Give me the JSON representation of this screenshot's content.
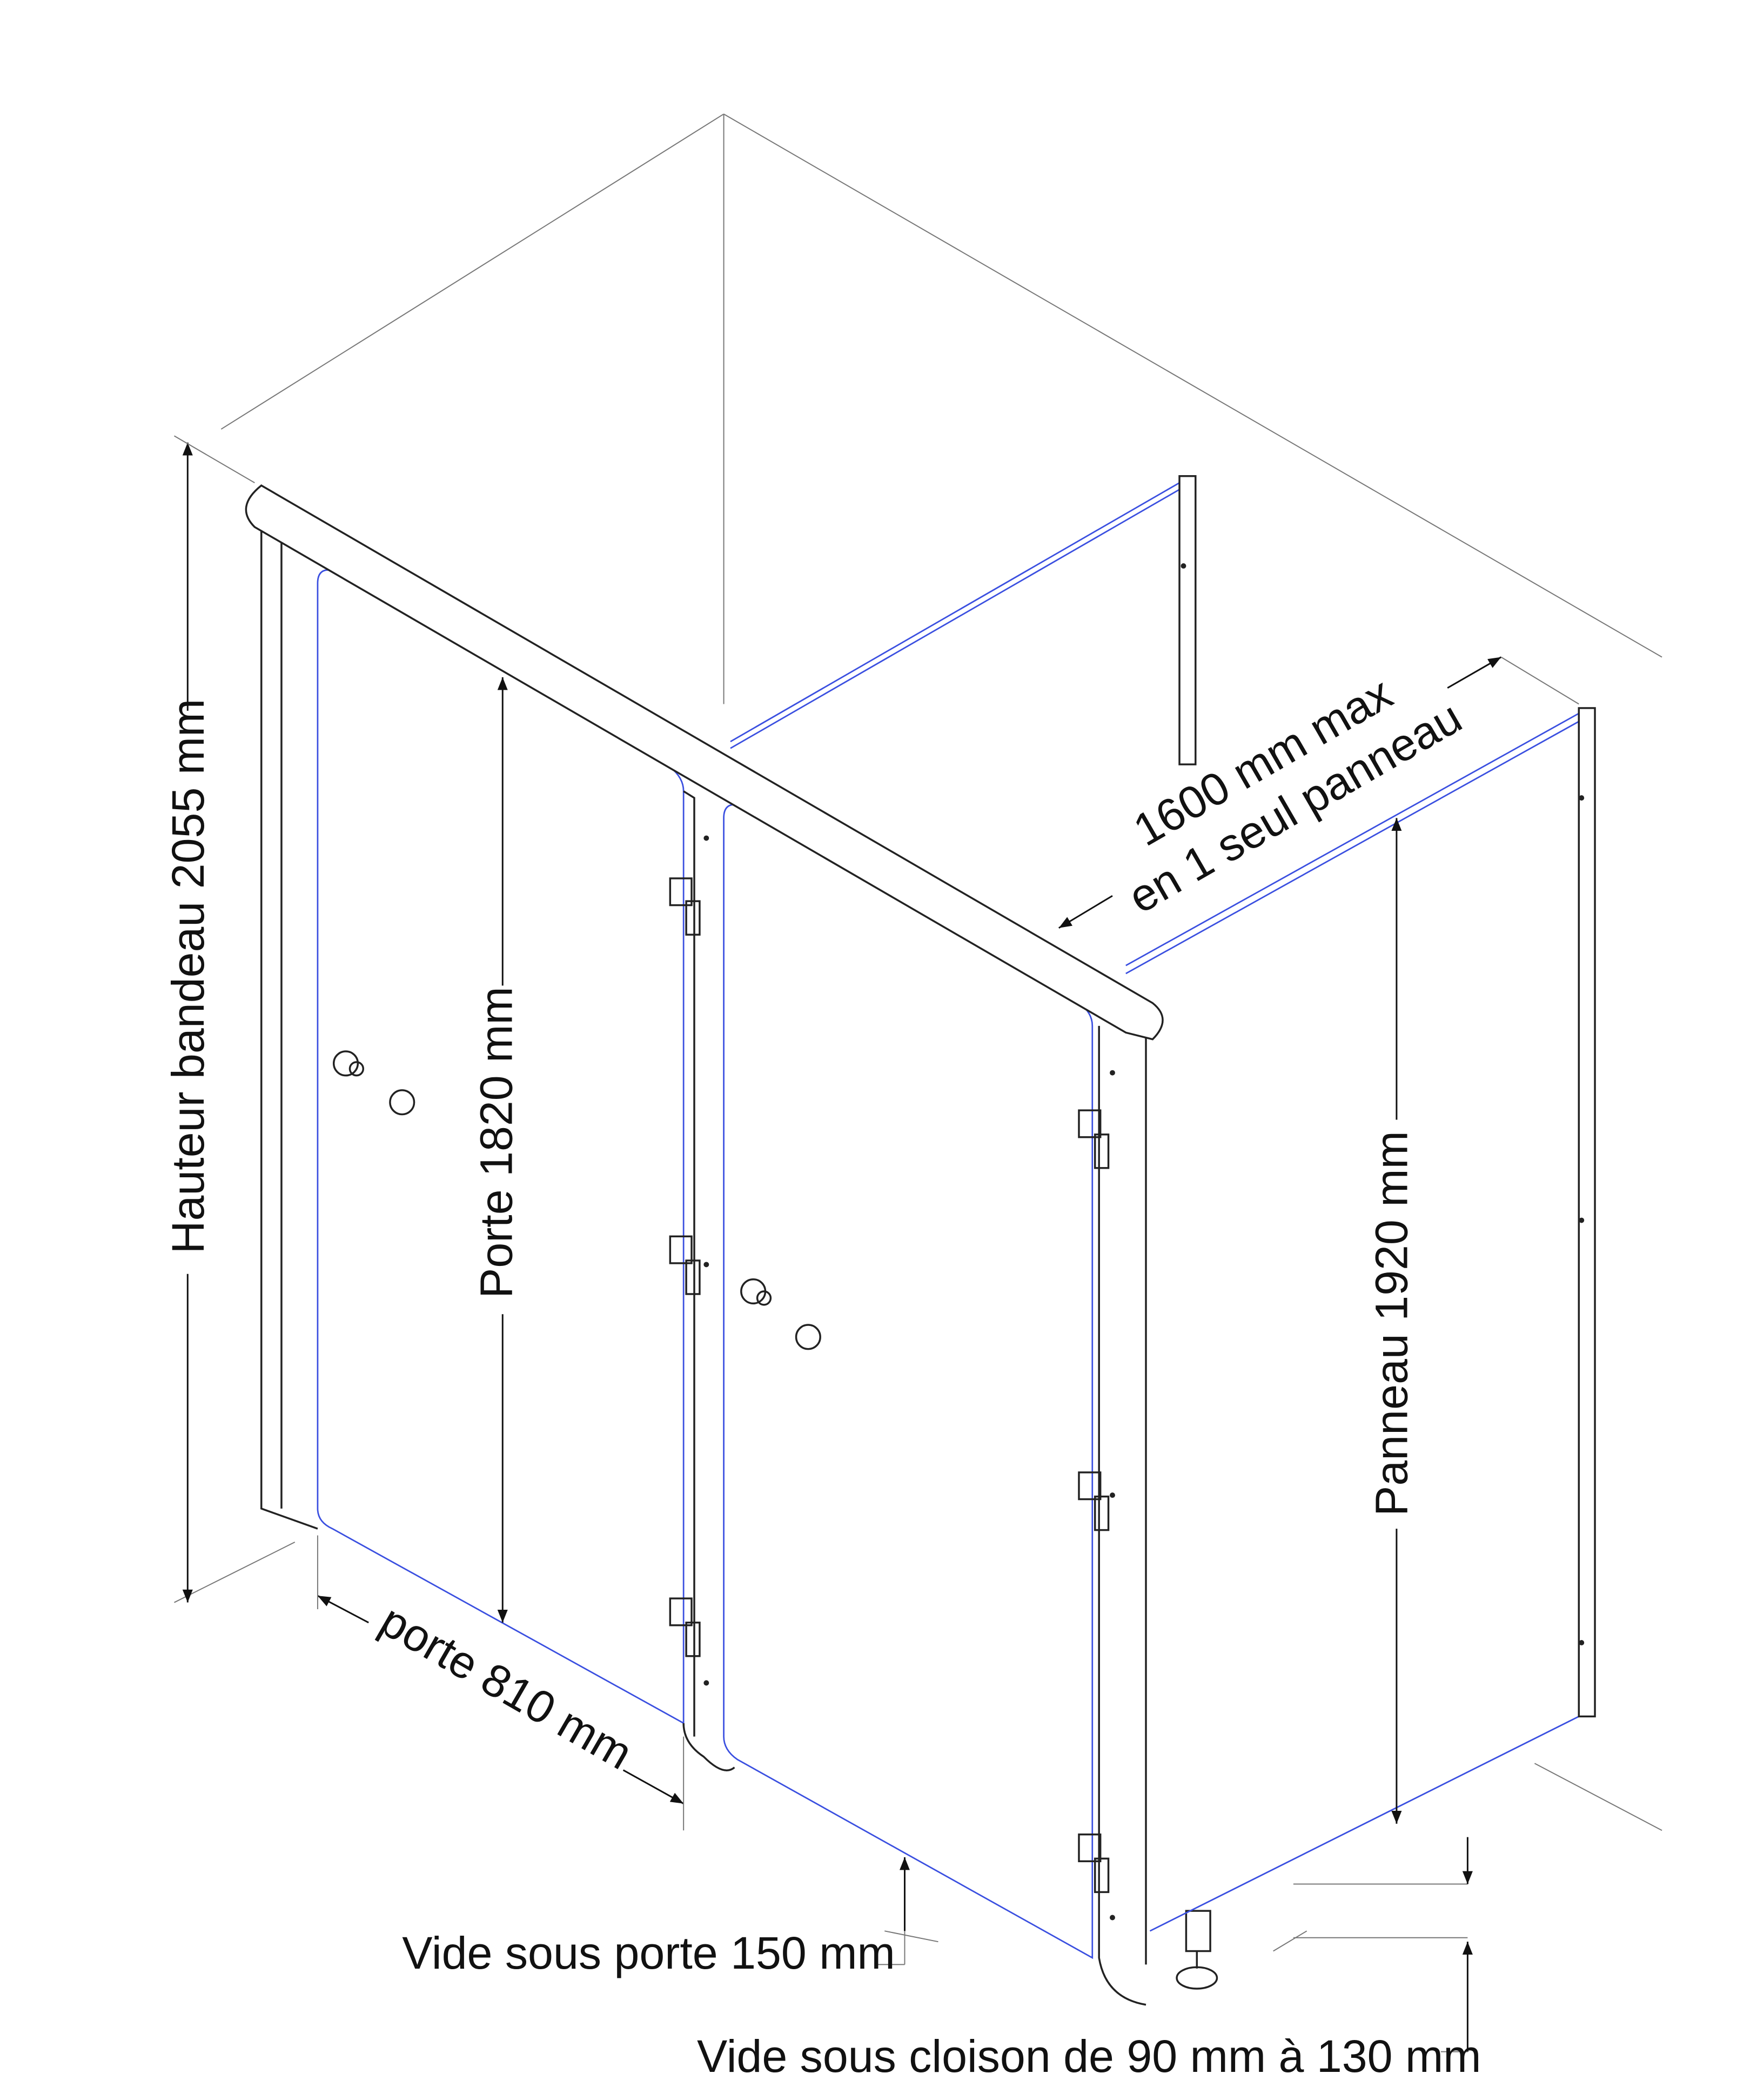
{
  "labels": {
    "hauteur_bandeau": "Hauteur bandeau 2055 mm",
    "porte_hauteur": "Porte 1820 mm",
    "panneau_hauteur": "Panneau 1920 mm",
    "porte_largeur": "porte 810 mm",
    "panneau_largeur_1": "1600 mm max",
    "panneau_largeur_2": "en 1 seul panneau",
    "vide_porte": "Vide sous porte 150 mm",
    "vide_cloison": "Vide sous cloison de 90 mm à 130 mm"
  },
  "colors": {
    "edge": "#3a4fe0",
    "line": "#222222"
  }
}
